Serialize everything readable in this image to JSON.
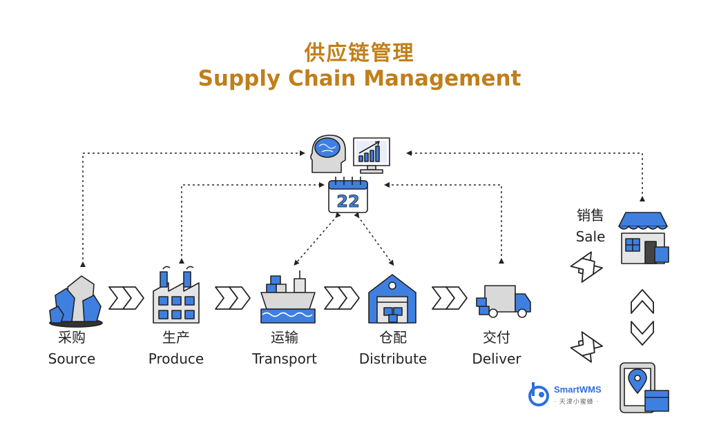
{
  "title": {
    "cn": "供应链管理",
    "en": "Supply Chain Management"
  },
  "stages": [
    {
      "cn": "采购",
      "en": "Source",
      "icon": "crystal-icon"
    },
    {
      "cn": "生产",
      "en": "Produce",
      "icon": "factory-icon"
    },
    {
      "cn": "运输",
      "en": "Transport",
      "icon": "ship-icon"
    },
    {
      "cn": "仓配",
      "en": "Distribute",
      "icon": "warehouse-icon"
    },
    {
      "cn": "交付",
      "en": "Deliver",
      "icon": "truck-icon"
    }
  ],
  "sale": {
    "cn": "销售",
    "en": "Sale",
    "icon": "store-icon"
  },
  "center": {
    "calendar_day": "22",
    "icons": [
      "brain-head-icon",
      "monitor-chart-icon",
      "calendar-icon"
    ]
  },
  "channels": [
    "store-icon",
    "phone-location-icon"
  ],
  "brand": {
    "name": "SmartWMS",
    "sub": "· 天津小蜜蜂 ·",
    "icon": "bee-logo-icon"
  },
  "colors": {
    "accent": "#c07f1a",
    "icon_blue": "#3f7fe0",
    "outline": "#2a2a2a",
    "gray": "#d9d9d9"
  }
}
